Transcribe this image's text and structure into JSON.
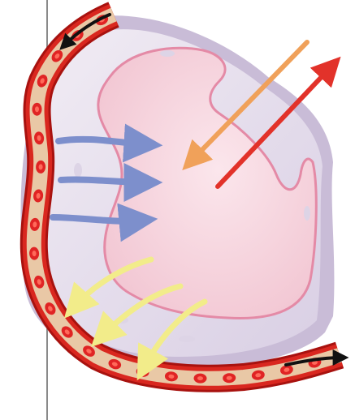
{
  "figure": {
    "subject": "alveolus-capillary-gas-exchange",
    "text_labels": []
  },
  "colors": {
    "background": "#ffffff",
    "divider": "#8a8a8a",
    "alveolus_lumen": "#f6d3dc",
    "alveolus_wall": "#e9e2ee",
    "alveolus_wall_shadow": "#c9bcd7",
    "membrane_edge": "#e48aa6",
    "capillary_wall": "#d9271f",
    "capillary_wall_dark": "#a8120f",
    "capillary_lumen": "#e9c8a6",
    "red_blood_cell": "#e02424",
    "red_blood_cell_center": "#ff6a5a",
    "arrow_blue": "#7d8fcc",
    "arrow_yellow": "#f2ec8a",
    "arrow_orange": "#f0a15a",
    "arrow_red": "#e2322a",
    "arrow_black": "#111111"
  },
  "arrows": {
    "blood_flow_in": "black-arrow",
    "blood_flow_out": "black-arrow",
    "diffusion_blue": 3,
    "diffusion_yellow": 3,
    "air_in": "orange-arrow",
    "air_out": "red-arrow"
  },
  "red_blood_cell_count": 22
}
